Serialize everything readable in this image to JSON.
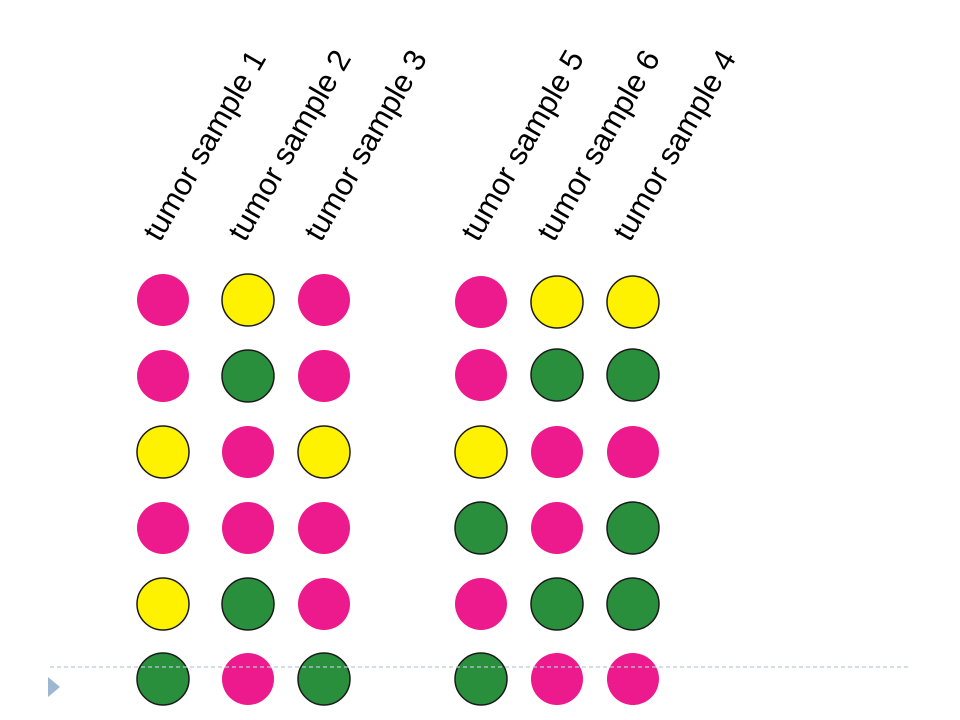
{
  "colors": {
    "pink": "#ec1a8c",
    "yellow": "#fff200",
    "green": "#2a8f3c",
    "divider": "#b9cbd9",
    "bullet": "#9cb7cf"
  },
  "groups": [
    {
      "samples": [
        {
          "label": "tumor sample 1",
          "cells": [
            "pink",
            "pink",
            "yellow",
            "pink",
            "yellow",
            "green"
          ]
        },
        {
          "label": "tumor sample 2",
          "cells": [
            "yellow",
            "green",
            "pink",
            "pink",
            "green",
            "pink"
          ]
        },
        {
          "label": "tumor sample 3",
          "cells": [
            "pink",
            "pink",
            "yellow",
            "pink",
            "pink",
            "green"
          ]
        }
      ]
    },
    {
      "samples": [
        {
          "label": "tumor sample 5",
          "cells": [
            "pink",
            "pink",
            "yellow",
            "green",
            "pink",
            "green"
          ]
        },
        {
          "label": "tumor sample 6",
          "cells": [
            "yellow",
            "green",
            "pink",
            "pink",
            "green",
            "pink"
          ]
        },
        {
          "label": "tumor sample 4",
          "cells": [
            "yellow",
            "green",
            "pink",
            "green",
            "green",
            "pink"
          ]
        }
      ]
    }
  ],
  "footer": {
    "bullet_icon": "triangle-right-icon"
  }
}
